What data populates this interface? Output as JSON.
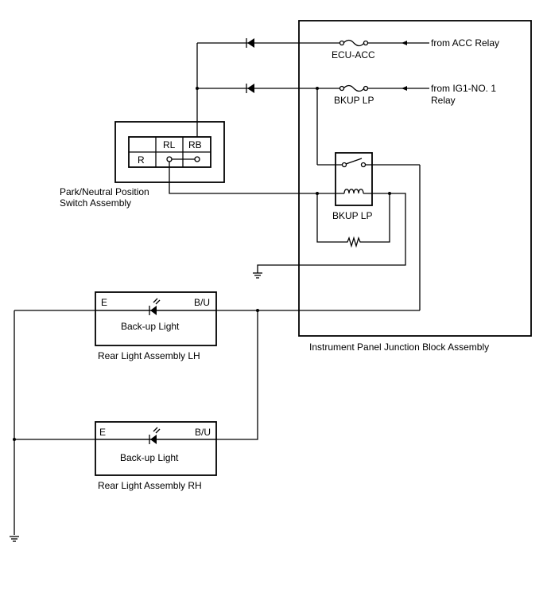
{
  "inputs": {
    "acc": "from ACC Relay",
    "ig1_line1": "from IG1-NO. 1",
    "ig1_line2": "Relay"
  },
  "fuses": {
    "ecu_acc": "ECU-ACC",
    "bkup_lp": "BKUP LP"
  },
  "relay": {
    "label": "BKUP LP"
  },
  "junction_block": {
    "label": "Instrument Panel Junction Block Assembly"
  },
  "switch_assembly": {
    "label_line1": "Park/Neutral Position",
    "label_line2": "Switch Assembly",
    "columns": [
      "RL",
      "RB"
    ],
    "row": "R"
  },
  "rear_lh": {
    "terminal_e": "E",
    "terminal_bu": "B/U",
    "component": "Back-up Light",
    "label": "Rear Light Assembly LH"
  },
  "rear_rh": {
    "terminal_e": "E",
    "terminal_bu": "B/U",
    "component": "Back-up Light",
    "label": "Rear Light Assembly RH"
  }
}
